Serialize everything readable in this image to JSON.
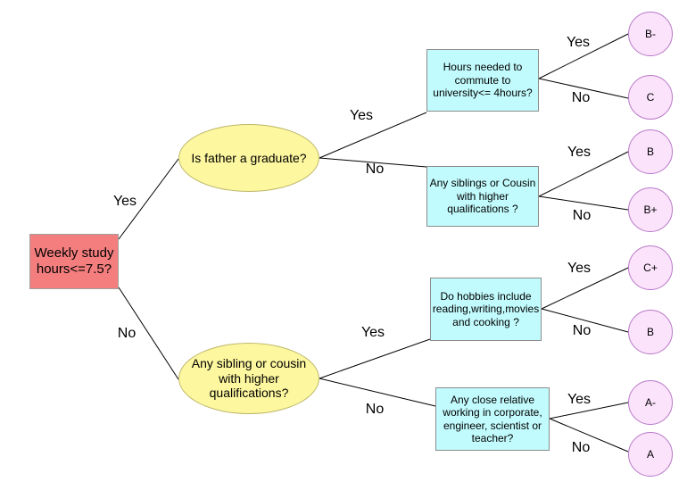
{
  "root": {
    "text": "Weekly study hours<=7.5?"
  },
  "root_yes": "Yes",
  "root_no": "No",
  "q_father": {
    "text": "Is father a graduate?",
    "yes": "Yes",
    "no": "No"
  },
  "q_sibling": {
    "text": "Any sibling or cousin with higher qualifications?",
    "yes": "Yes",
    "no": "No"
  },
  "c_commute": {
    "text": "Hours needed to commute to university<= 4hours?",
    "yes": "Yes",
    "no": "No",
    "leaf_yes": "B-",
    "leaf_no": "C"
  },
  "c_siblings": {
    "text": "Any siblings or Cousin with higher qualifications ?",
    "yes": "Yes",
    "no": "No",
    "leaf_yes": "B",
    "leaf_no": "B+"
  },
  "c_hobbies": {
    "text": "Do hobbies include reading,writing,movies and cooking ?",
    "yes": "Yes",
    "no": "No",
    "leaf_yes": "C+",
    "leaf_no": "B"
  },
  "c_relative": {
    "text": "Any close relative working in corporate, engineer, scientist or teacher?",
    "yes": "Yes",
    "no": "No",
    "leaf_yes": "A-",
    "leaf_no": "A"
  },
  "colors": {
    "root": "#f47e7e",
    "question": "#fdf79f",
    "condition": "#c2fbfd",
    "leaf": "#fbe3fb",
    "edge": "#000000"
  }
}
